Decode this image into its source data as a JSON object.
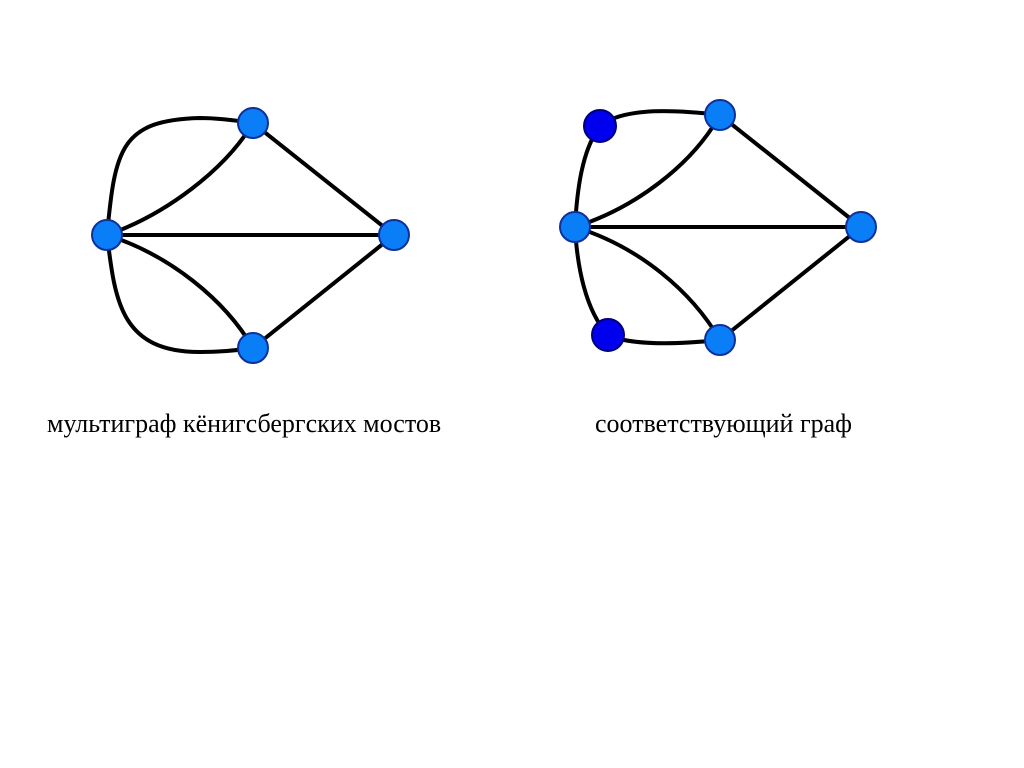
{
  "captions": {
    "left": "мультиграф кёнигсбергских мостов",
    "right": "соответствующий граф"
  },
  "colors": {
    "edge": "#000000",
    "vertex_fill": "#0a7ef7",
    "vertex_stroke": "#0f2f9b",
    "added_vertex_fill": "#0000ee",
    "added_vertex_stroke": "#00007a"
  },
  "graphs": [
    {
      "name": "multigraph",
      "vertices": [
        "A",
        "B",
        "C",
        "D"
      ],
      "edges": [
        [
          "A",
          "B"
        ],
        [
          "A",
          "B"
        ],
        [
          "A",
          "C"
        ],
        [
          "A",
          "D"
        ],
        [
          "A",
          "D"
        ],
        [
          "B",
          "C"
        ],
        [
          "D",
          "C"
        ]
      ]
    },
    {
      "name": "graph",
      "vertices": [
        "A",
        "B",
        "C",
        "D",
        "E",
        "F"
      ],
      "edges": [
        [
          "A",
          "E"
        ],
        [
          "E",
          "B"
        ],
        [
          "A",
          "B"
        ],
        [
          "A",
          "C"
        ],
        [
          "A",
          "F"
        ],
        [
          "F",
          "D"
        ],
        [
          "A",
          "D"
        ],
        [
          "B",
          "C"
        ],
        [
          "D",
          "C"
        ]
      ]
    }
  ]
}
